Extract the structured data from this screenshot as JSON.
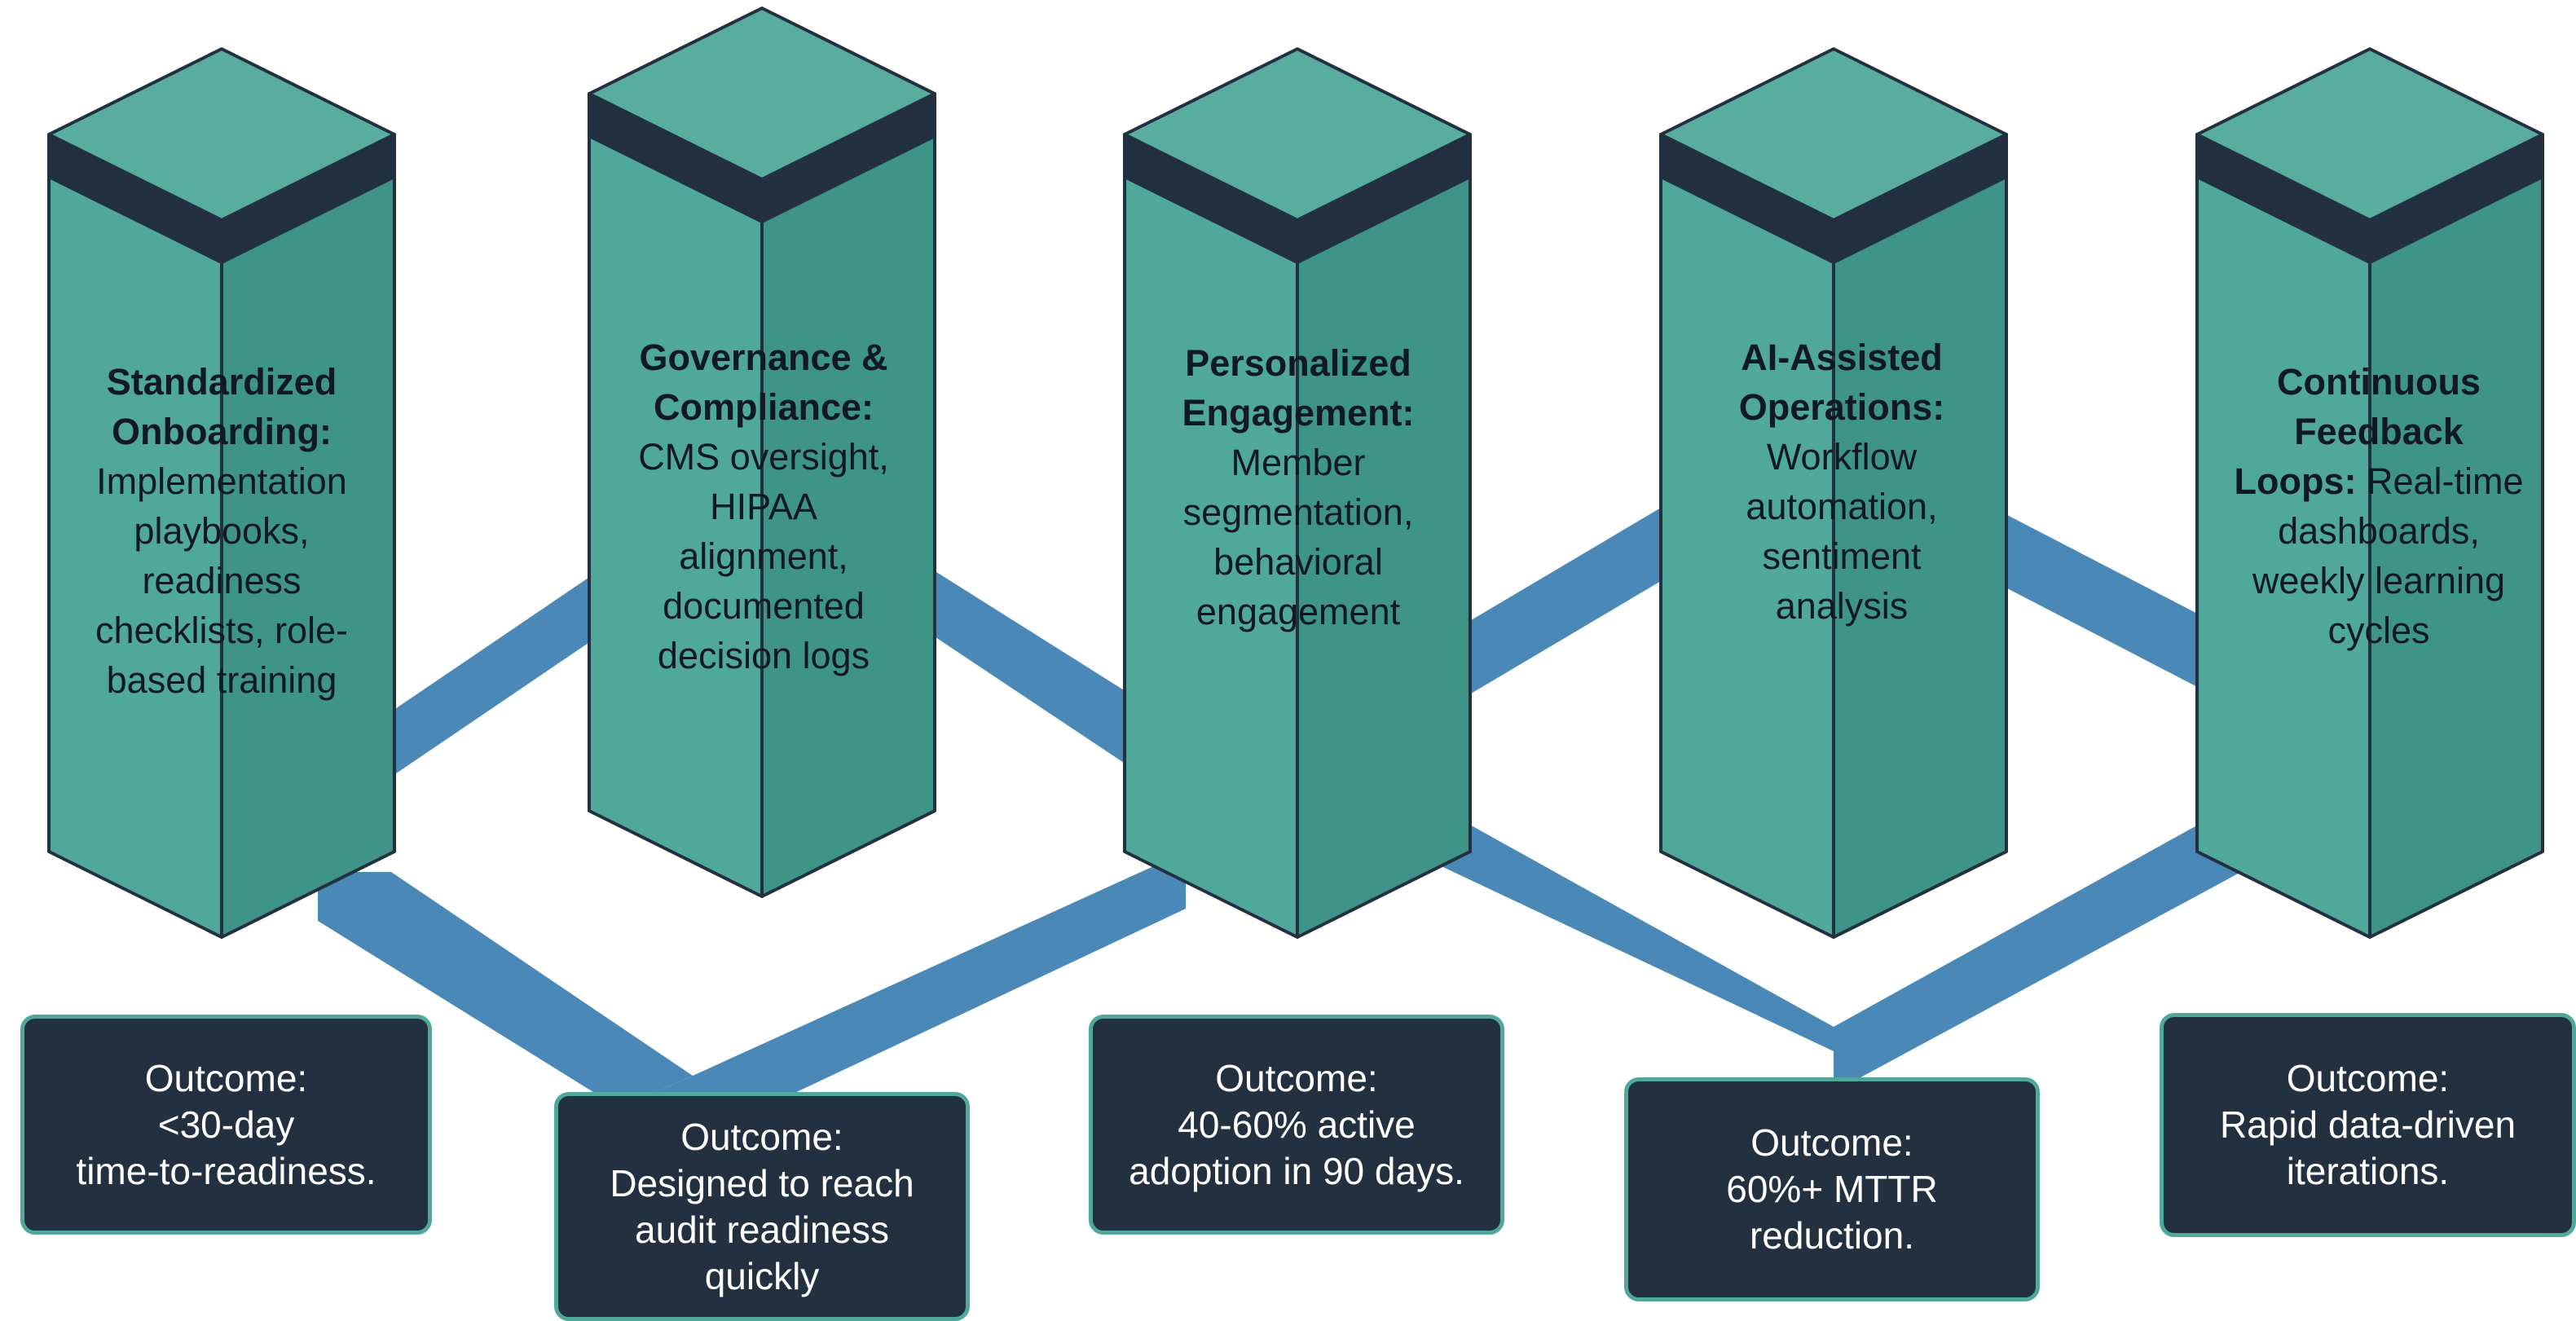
{
  "colors": {
    "pillar_front": "#4fa89a",
    "pillar_side": "#3f9488",
    "pillar_top": "#58ad9f",
    "pillar_band": "#22303f",
    "connector": "#4a88b8",
    "outcome_bg": "#22303f",
    "outcome_border": "#4fa89a",
    "text_dark": "#111a22",
    "text_light": "#ffffff"
  },
  "pillars": [
    {
      "head_lines": [
        "Standardized",
        "Onboarding:"
      ],
      "body_lines": [
        "Implementation",
        "playbooks,",
        "readiness",
        "checklists, role-",
        "based training"
      ]
    },
    {
      "head_lines": [
        "Governance &",
        "Compliance:"
      ],
      "body_lines": [
        "CMS oversight,",
        "HIPAA",
        "alignment,",
        "documented",
        "decision logs"
      ]
    },
    {
      "head_lines": [
        "Personalized",
        "Engagement:"
      ],
      "body_lines": [
        "Member",
        "segmentation,",
        "behavioral",
        "engagement"
      ]
    },
    {
      "head_lines": [
        "AI-Assisted",
        "Operations:"
      ],
      "body_lines": [
        "Workflow",
        "automation,",
        "sentiment",
        "analysis"
      ]
    },
    {
      "head_lines": [
        "Continuous",
        "Feedback"
      ],
      "mixed_line": {
        "head": "Loops:",
        "body": " Real-time"
      },
      "body_lines": [
        "dashboards,",
        "weekly learning",
        "cycles"
      ]
    }
  ],
  "outcomes": [
    {
      "lines": [
        "Outcome:",
        "<30-day",
        "time-to-readiness."
      ]
    },
    {
      "lines": [
        "Outcome:",
        "Designed to reach",
        "audit readiness",
        "quickly"
      ]
    },
    {
      "lines": [
        "Outcome:",
        "40-60% active",
        "adoption in 90 days."
      ]
    },
    {
      "lines": [
        "Outcome:",
        "60%+ MTTR",
        "reduction."
      ]
    },
    {
      "lines": [
        "Outcome:",
        "Rapid data-driven",
        "iterations."
      ]
    }
  ]
}
